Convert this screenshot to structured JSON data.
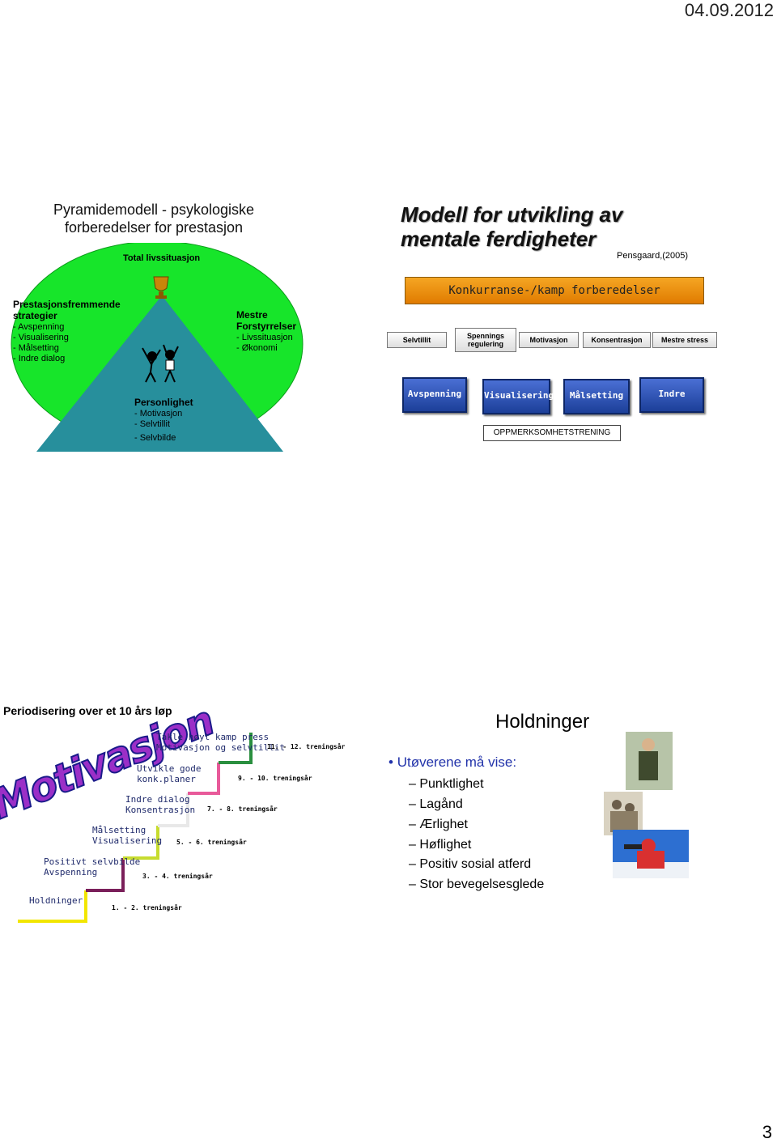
{
  "header": {
    "date": "04.09.2012"
  },
  "footer": {
    "page_number": "3"
  },
  "slide1": {
    "title_line1": "Pyramidemodell - psykologiske",
    "title_line2": "forberedelser for prestasjon",
    "top_label": "Total livssituasjon",
    "left_block": {
      "heading_line1": "Prestasjonsfremmende",
      "heading_line2": "strategier",
      "items": [
        "- Avspenning",
        "- Visualisering",
        "- Målsetting",
        "- Indre dialog"
      ]
    },
    "right_block": {
      "heading_line1": "Mestre",
      "heading_line2": "Forstyrrelser",
      "items": [
        "- Livssituasjon",
        "- Økonomi"
      ]
    },
    "bottom_block": {
      "heading": "Personlighet",
      "items": [
        "- Motivasjon",
        "- Selvtillit",
        "- Selvbilde"
      ]
    }
  },
  "slide2": {
    "title_line1": "Modell for utvikling av",
    "title_line2": "mentale ferdigheter",
    "reference": "Pensgaard,(2005)",
    "banner": "Konkurranse-/kamp forberedelser",
    "skills": [
      "Selvtillit",
      "Spennings regulering",
      "Motivasjon",
      "Konsentrasjon",
      "Mestre stress"
    ],
    "techniques": [
      "Avspenning",
      "Visualisering",
      "Målsetting",
      "Indre dialog"
    ],
    "base": "OPPMERKSOMHETSTRENING"
  },
  "slide3": {
    "title": "Periodisering over et 10 års løp",
    "motivation_word": "Motivasjon",
    "steps": [
      {
        "label": "Holdninger",
        "years": "1. - 2. treningsår"
      },
      {
        "label": "Positivt selvbilde\nAvspenning",
        "years": "3. - 4. treningsår"
      },
      {
        "label": "Målsetting\nVisualisering",
        "years": "5. - 6. treningsår"
      },
      {
        "label": "Indre dialog\nKonsentrasjon",
        "years": "7. - 8. treningsår"
      },
      {
        "label": "Utvikle gode\nkonk.planer",
        "years": "9. - 10. treningsår"
      },
      {
        "label": "Takle høyt kamp press\nMotivasjon og selvtillit",
        "years": "11. - 12. treningsår"
      }
    ],
    "step_colors": [
      "#f2e600",
      "#7a1f5a",
      "#c7dc2f",
      "#ffffff",
      "#e85a9a",
      "#2a8f3f"
    ]
  },
  "slide4": {
    "title": "Holdninger",
    "lead": "Utøverene må vise:",
    "items": [
      "Punktlighet",
      "Lagånd",
      "Ærlighet",
      "Høflighet",
      "Positiv sosial atferd",
      "Stor bevegelsesglede"
    ]
  }
}
